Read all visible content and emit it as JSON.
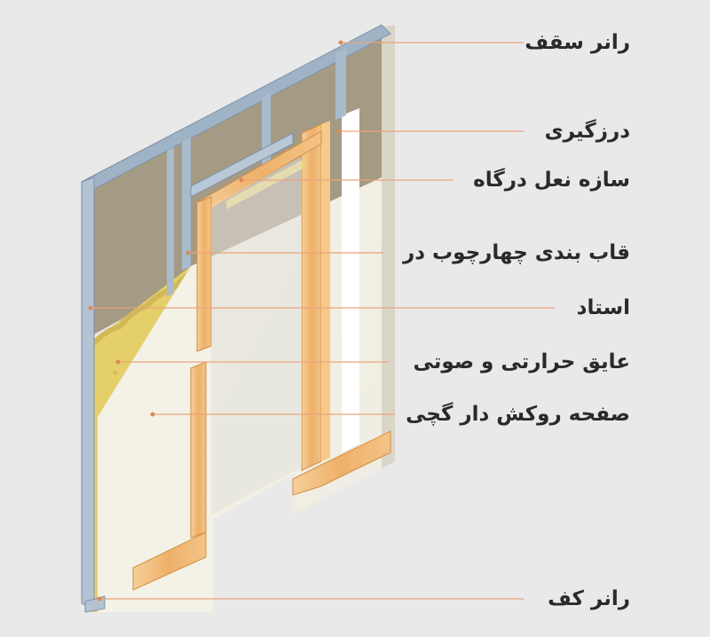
{
  "labels": {
    "top_runner": "رانر سقف",
    "joint_tape": "درزگیری",
    "door_lintel": "سازه نعل درگاه",
    "door_frame": "قاب بندی چهارچوب در",
    "stud": "استاد",
    "insulation": "عایق حرارتی و صوتی",
    "gypsum_board": "صفحه روکش دار گچی",
    "floor_runner": "رانر کف"
  },
  "colors": {
    "background": "#e9e9ea",
    "metal": "#9fb3c6",
    "insulation": "#e4cf6a",
    "cavity": "#a59a83",
    "board": "#f4f2e6",
    "wood": "#f0b774",
    "leader_line": "#e9a47c",
    "text": "#2a2a2a"
  }
}
